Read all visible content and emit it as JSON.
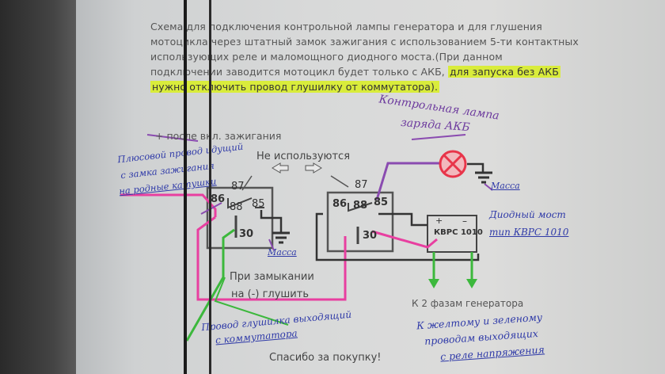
{
  "header": {
    "line1": "Схема для подключения контрольной лампы генератора и для глушения",
    "line2": "мотоцикла через штатный замок зажигания с использованием 5-ти контактных",
    "line3": "использующих реле и маломощного диодного моста.(При данном",
    "line4a": "подключении заводится мотоцикл будет только с АКБ,",
    "line4b": "для запуска без АКБ",
    "line5": "нужно отключить провод глушилку от коммутатора)."
  },
  "labels": {
    "after_ignition": "+ после вкл. зажигания",
    "not_used": "Не используются",
    "close_to_ground": "При замыкании",
    "close_to_ground2": "на (-) глушить",
    "to_phases": "К 2 фазам генератора",
    "thanks": "Спасибо за покупку!"
  },
  "relay1": {
    "pins": [
      "86",
      "87",
      "88",
      "85",
      "30"
    ]
  },
  "relay2": {
    "pins": [
      "86",
      "87",
      "88",
      "85",
      "30"
    ]
  },
  "bridge": {
    "label": "КВРС 1010",
    "minus": "–",
    "plus": "+"
  },
  "handwritten": {
    "lamp1": "Контрольная лампа",
    "lamp2": "заряда АКБ",
    "plus_wire1": "Плюсовой провод идущий",
    "plus_wire2": "с замка зажигания",
    "plus_wire3": "на родные катушки",
    "ground1": "Масса",
    "ground2": "Масса",
    "bridge1": "Диодный мост",
    "bridge2": "тип КВРС 1010",
    "kill1": "Провод глушилка выходящий",
    "kill2": "с коммутатора",
    "phase1": "К желтому и зеленому",
    "phase2": "проводам выходящих",
    "phase3": "с реле напряжения"
  },
  "colors": {
    "pink_wire": "#e83fa0",
    "green_wire": "#3cb83c",
    "purple_wire": "#8a4bb0",
    "dark_wire": "#2d2d2d",
    "lamp_red": "#e8354a",
    "highlight": "#d9ec3b"
  },
  "icons": [
    "arrow-left-icon",
    "arrow-right-icon",
    "lamp-icon",
    "ground-icon"
  ]
}
